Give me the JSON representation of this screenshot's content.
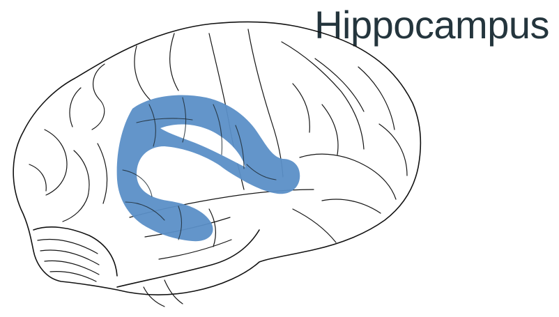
{
  "label": {
    "title": "Hippocampus"
  },
  "colors": {
    "hippocampus_fill": "#5b8fc7",
    "outline": "#111111",
    "title_text": "#24353d",
    "background": "#ffffff"
  },
  "figure": {
    "subject": "brain-lateral-view",
    "highlighted_structure_icon": "hippocampus-region"
  }
}
